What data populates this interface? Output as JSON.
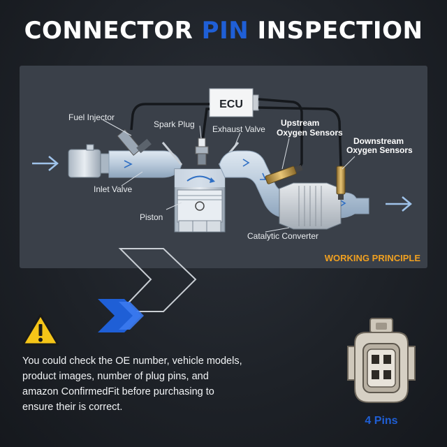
{
  "title": {
    "prefix": "CONNECTOR",
    "highlight": "PIN",
    "suffix": "INSPECTION"
  },
  "diagram": {
    "ecu": "ECU",
    "fuel_injector": "Fuel Injector",
    "spark_plug": "Spark Plug",
    "exhaust_valve": "Exhaust Valve",
    "upstream_line1": "Upstream",
    "upstream_line2": "Oxygen Sensors",
    "downstream_line1": "Downstream",
    "downstream_line2": "Oxygen Sensors",
    "inlet_valve": "Inlet Valve",
    "piston": "Piston",
    "catalytic_converter": "Catalytic Converter",
    "working_principle": "WORKING PRINCIPLE"
  },
  "notice": {
    "text": "You could check the OE number, vehicle models, product images, number of plug pins, and amazon ConfirmedFit before purchasing to ensure their is correct."
  },
  "connector": {
    "label": "4 Pins"
  },
  "colors": {
    "accent_blue": "#1f5fd6",
    "warning_yellow": "#f5c518",
    "working_principle": "#f0a020",
    "panel": "#3a4049"
  }
}
